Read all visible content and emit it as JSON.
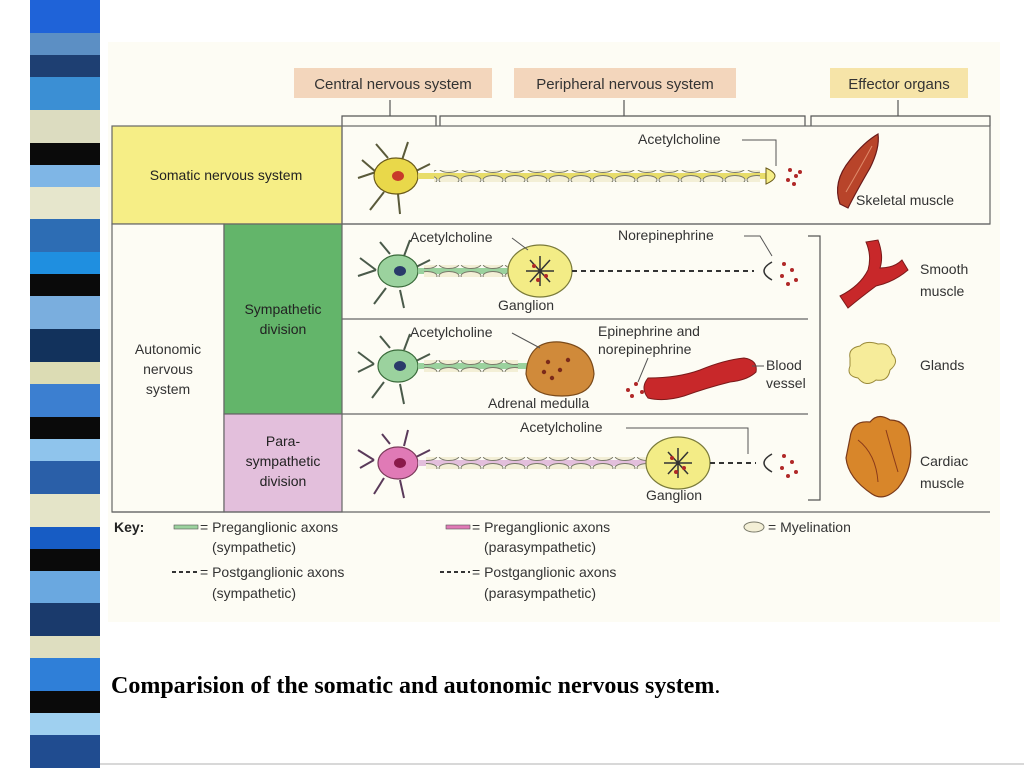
{
  "colors": {
    "stripe": [
      "#1f63d8",
      "#5c8fc4",
      "#1e3f72",
      "#3b8fd4",
      "#dcdcc0",
      "#0a0a0a",
      "#7fb6e6",
      "#e6e6cc",
      "#2d6db4",
      "#1f8fe0",
      "#0a0a0a",
      "#7aaede",
      "#12325c",
      "#dcdcb4",
      "#3c7fd0",
      "#0a0a0a",
      "#8fc4ec",
      "#2a5fa8",
      "#e4e4c8",
      "#175cc4",
      "#0a0a0a",
      "#6aa8e0",
      "#1a3a6c",
      "#dede c0",
      "#2f7fd8",
      "#0a0a0a",
      "#9fd0f0",
      "#204c90"
    ],
    "somatic": "#f6ee86",
    "sympathetic": "#63b56a",
    "parasympathetic": "#e3bfdc",
    "header_box": "#f3d6bc",
    "effector_box": "#f6e4a8"
  },
  "diagram": {
    "headers": {
      "cns": "Central nervous system",
      "pns": "Peripheral nervous system",
      "effectors": "Effector organs"
    },
    "rows": {
      "somatic": "Somatic nervous system",
      "autonomic": [
        "Autonomic",
        "nervous",
        "system"
      ],
      "sympathetic": [
        "Sympathetic",
        "division"
      ],
      "parasympathetic": [
        "Para-",
        "sympathetic",
        "division"
      ]
    },
    "labels": {
      "ach_somatic": "Acetylcholine",
      "ach_symp1": "Acetylcholine",
      "norepinephrine": "Norepinephrine",
      "ganglion_symp": "Ganglion",
      "ach_symp2": "Acetylcholine",
      "epi_norepi": [
        "Epinephrine and",
        "norepinephrine"
      ],
      "blood_vessel": [
        "Blood",
        "vessel"
      ],
      "adrenal_medulla": "Adrenal medulla",
      "ach_para": "Acetylcholine",
      "ganglion_para": "Ganglion"
    },
    "effectors": {
      "skeletal": "Skeletal muscle",
      "smooth": [
        "Smooth",
        "muscle"
      ],
      "glands": "Glands",
      "cardiac": [
        "Cardiac",
        "muscle"
      ]
    },
    "key": {
      "title": "Key:",
      "pre_symp": [
        "= Preganglionic axons",
        "(sympathetic)"
      ],
      "pre_para": [
        "= Preganglionic axons",
        "(parasympathetic)"
      ],
      "myelination": "= Myelination",
      "post_symp": [
        "= Postganglionic axons",
        "(sympathetic)"
      ],
      "post_para": [
        "= Postganglionic axons",
        "(parasympathetic)"
      ]
    }
  },
  "caption": {
    "text": "Comparision of the somatic and autonomic nervous system",
    "period": "."
  }
}
